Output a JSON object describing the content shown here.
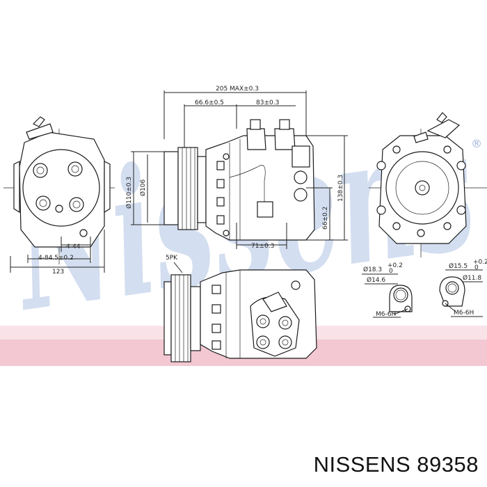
{
  "watermark": {
    "text": "Nissens",
    "registered_mark": "®"
  },
  "colors": {
    "watermark_blue": "#c5d3ec",
    "band_pink": "#f3c8d2",
    "line": "#1a1a1a"
  },
  "dimensions": {
    "overall_length": "205 MAX±0.3",
    "clutch_offset": "66.6±0.5",
    "port_spacing": "83±0.3",
    "height": "138±0.3",
    "pulley_diameter": "Ø110±0.3",
    "clutch_diameter": "Ø106",
    "center_height": "66±0.2",
    "lower_port_spacing": "71±0.3",
    "mount_holes": "4-44",
    "mount_holes_b": "4-84.5±0.2",
    "mount_width": "123",
    "belt": "5PK"
  },
  "ports": {
    "left": {
      "outer_base": "Ø18.3",
      "outer_tol_top": "+0.2",
      "outer_tol_bot": "0",
      "inner": "Ø14.6",
      "thread": "M6-6H"
    },
    "right": {
      "outer_base": "Ø15.5",
      "outer_tol_top": "+0.2",
      "outer_tol_bot": "0",
      "inner": "Ø11.8",
      "thread": "M6-6H"
    }
  },
  "caption": "NISSENS 89358"
}
